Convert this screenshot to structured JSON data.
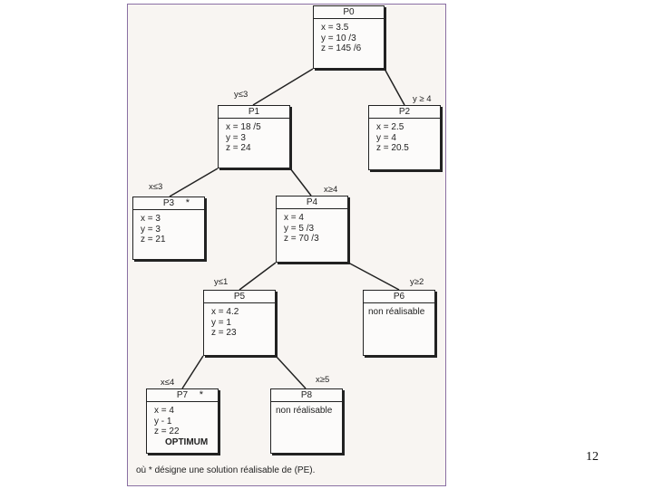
{
  "page_number": "12",
  "footnote": "où * désigne une solution réalisable de (PE).",
  "nodes": {
    "p0": {
      "name": "P0",
      "lines": [
        "x = 3.5",
        "y = 10 /3",
        "z = 145 /6"
      ]
    },
    "p1": {
      "name": "P1",
      "lines": [
        "x = 18 /5",
        "y = 3",
        "z = 24"
      ]
    },
    "p2": {
      "name": "P2",
      "lines": [
        "x = 2.5",
        "y = 4",
        "z = 20.5"
      ]
    },
    "p3": {
      "name": "P3",
      "mark": "*",
      "lines": [
        "x = 3",
        "y = 3",
        "z = 21"
      ]
    },
    "p4": {
      "name": "P4",
      "lines": [
        "x = 4",
        "y = 5 /3",
        "z = 70 /3"
      ]
    },
    "p5": {
      "name": "P5",
      "lines": [
        "x = 4.2",
        "y = 1",
        "z = 23"
      ]
    },
    "p6": {
      "name": "P6",
      "lines": [
        "non réalisable"
      ]
    },
    "p7": {
      "name": "P7",
      "mark": "*",
      "lines": [
        "x = 4",
        "y - 1",
        "z = 22"
      ],
      "note": "OPTIMUM"
    },
    "p8": {
      "name": "P8",
      "lines": [
        "non réalisable"
      ]
    }
  },
  "branches": {
    "p0_p1": "y≤3",
    "p0_p2": "y ≥ 4",
    "p1_p3": "x≤3",
    "p1_p4": "x≥4",
    "p4_p5": "y≤1",
    "p4_p6": "y≥2",
    "p5_p7": "x≤4",
    "p5_p8": "x≥5"
  },
  "colors": {
    "frame": "#8a6fa3",
    "ink": "#222222",
    "paper": "#f8f5f2"
  }
}
